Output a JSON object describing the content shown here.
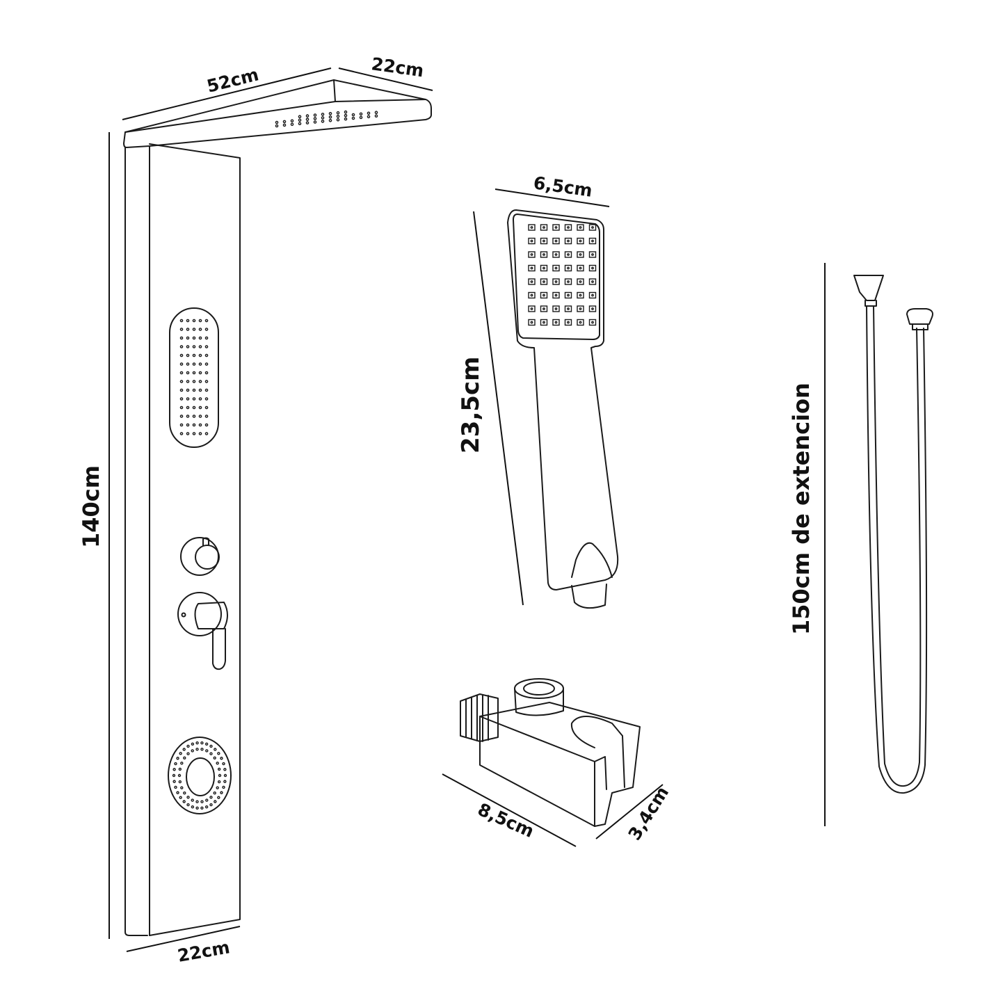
{
  "labels": {
    "panel_width_top": "52cm",
    "panel_depth_top": "22cm",
    "panel_height": "140cm",
    "panel_width_bottom": "22cm",
    "handshower_width": "6,5cm",
    "handshower_length": "23,5cm",
    "holder_length": "8,5cm",
    "holder_width": "3,4cm",
    "hose_length": "150cm de extencion"
  },
  "colors": {
    "line": "#1a1a1a",
    "background": "#ffffff"
  }
}
